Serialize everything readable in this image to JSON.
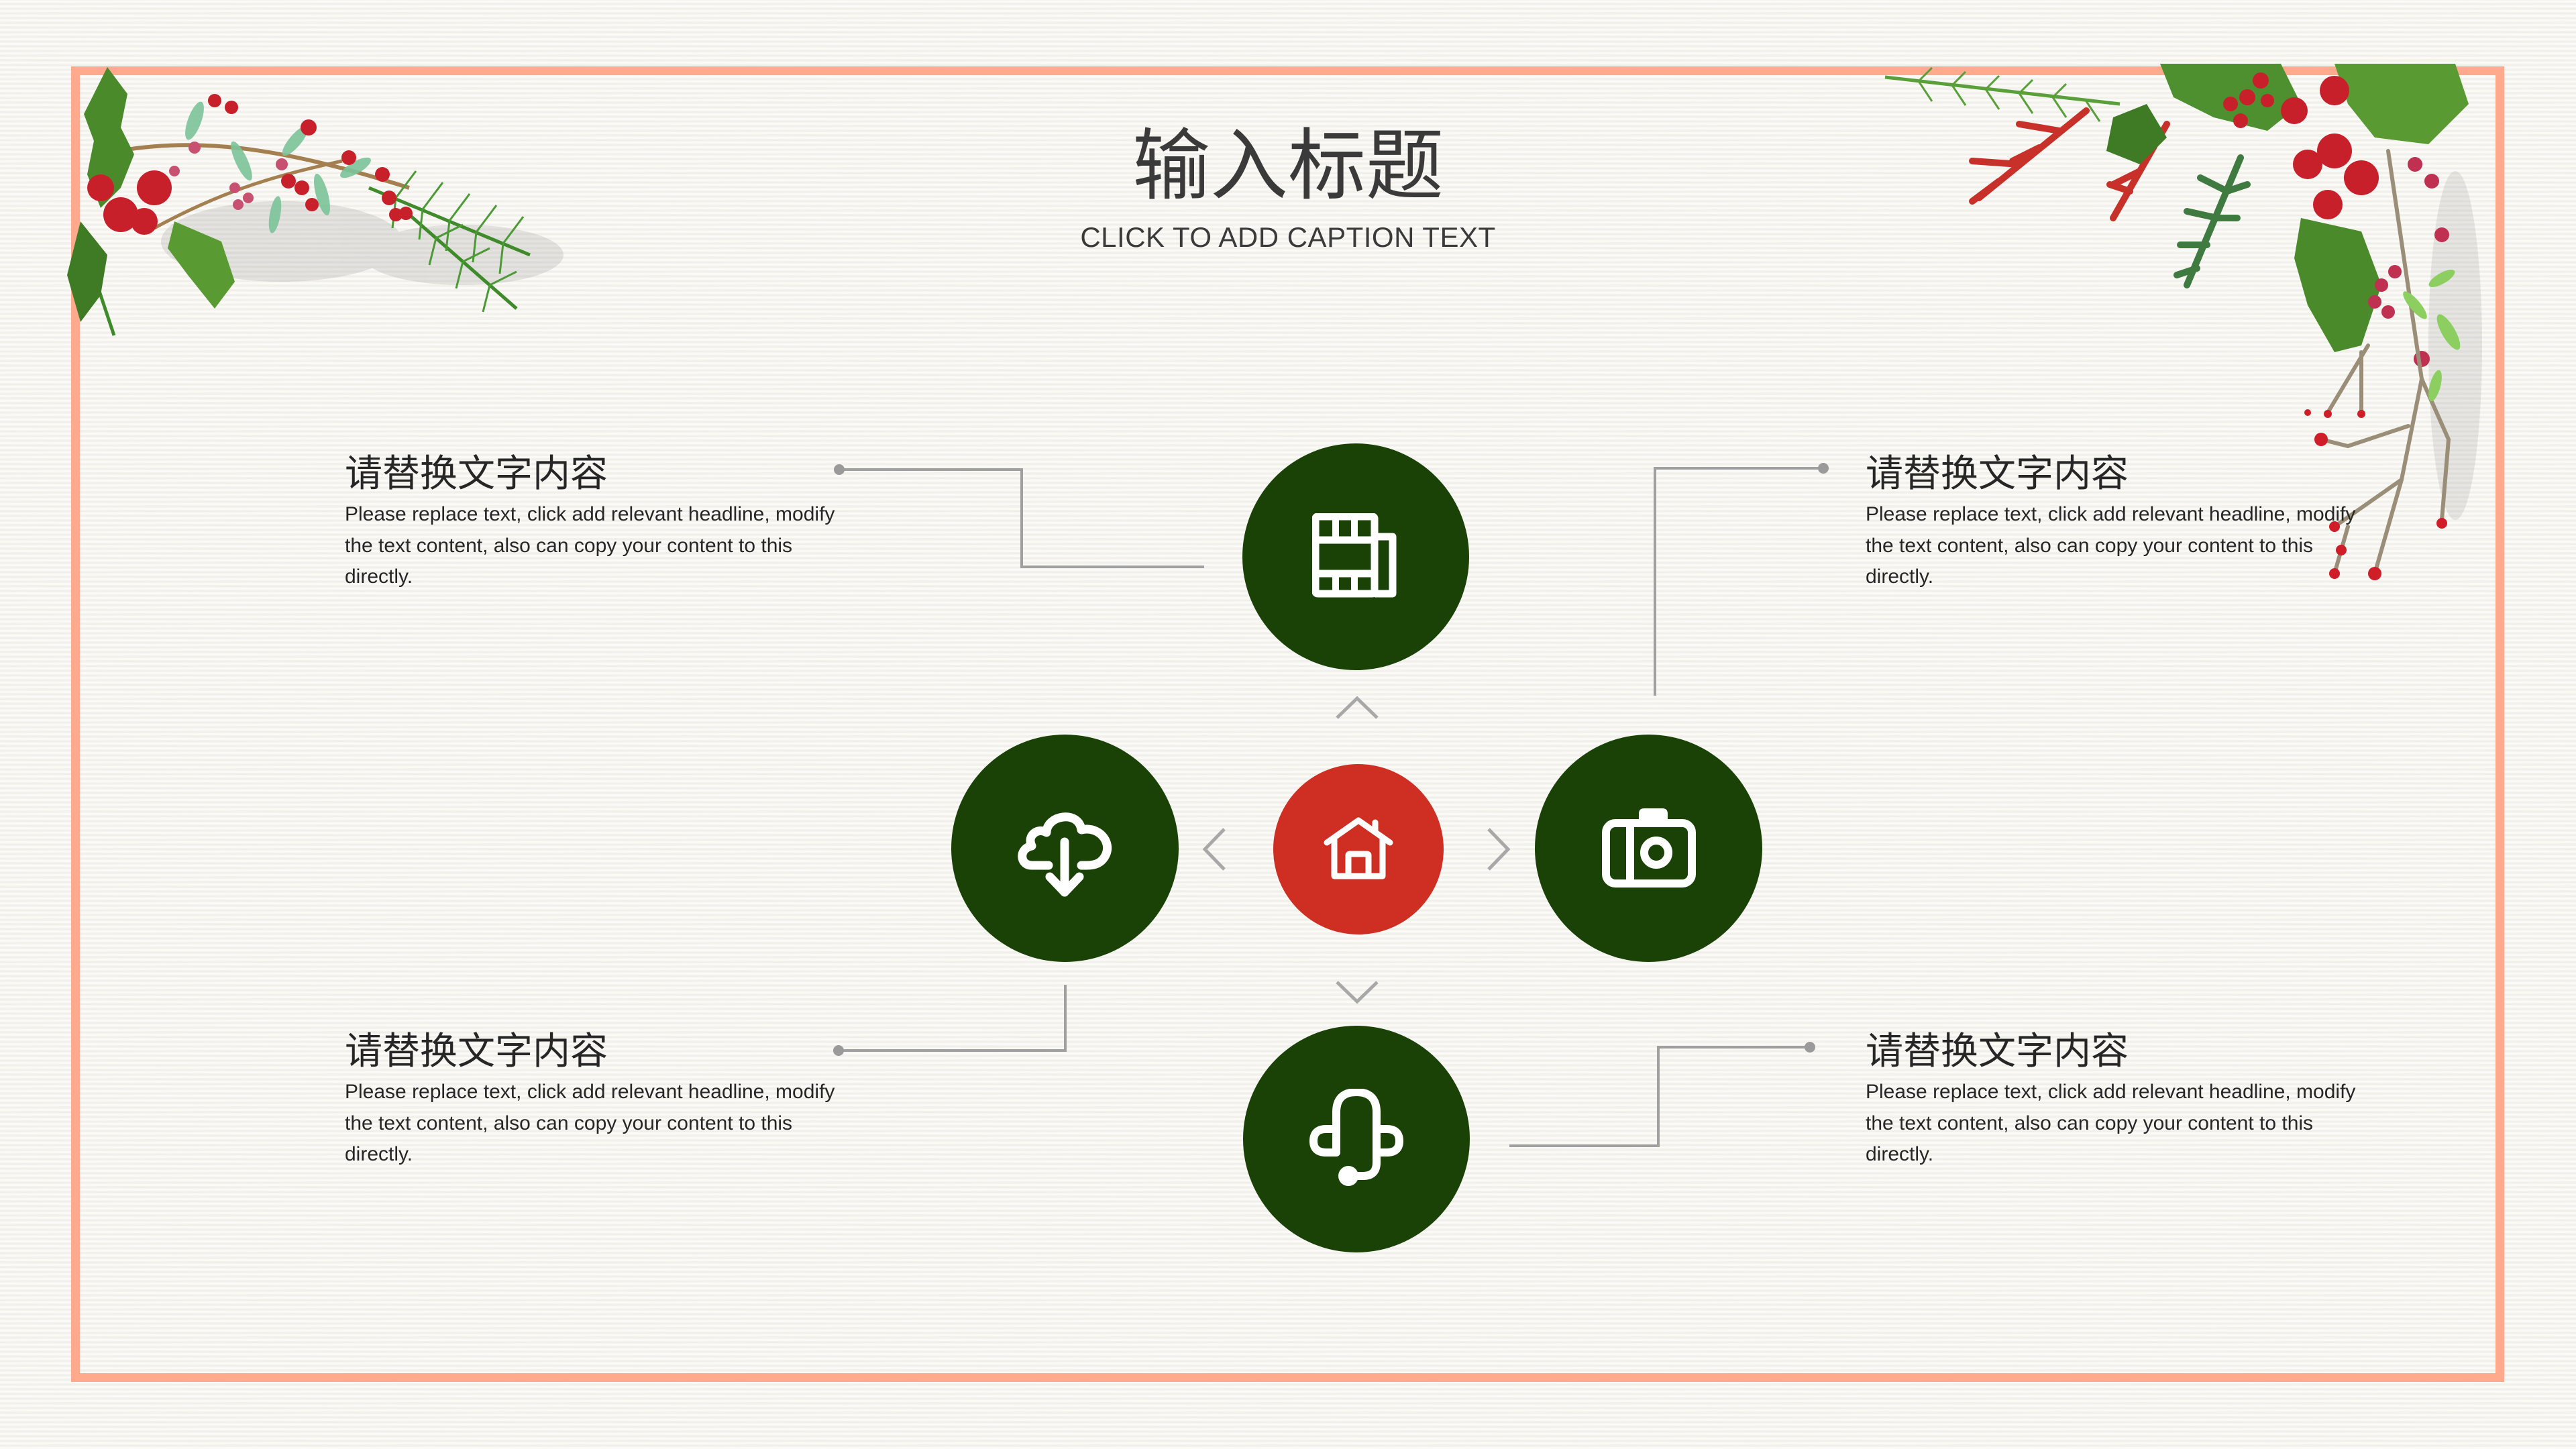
{
  "header": {
    "title": "输入标题",
    "caption": "CLICK TO ADD CAPTION TEXT"
  },
  "blocks": [
    {
      "position": "top-left",
      "heading": "请替换文字内容",
      "body": "Please replace text, click add relevant headline, modify the text content, also can copy your content to this directly."
    },
    {
      "position": "top-right",
      "heading": "请替换文字内容",
      "body": "Please replace text, click add relevant headline, modify the text content, also can copy your content to this directly."
    },
    {
      "position": "bottom-left",
      "heading": "请替换文字内容",
      "body": "Please replace text, click add relevant headline, modify the text content, also can copy your content to this directly."
    },
    {
      "position": "bottom-right",
      "heading": "请替换文字内容",
      "body": "Please replace text, click add relevant headline, modify the text content, also can copy your content to this directly."
    }
  ],
  "hub": {
    "center_icon": "home-icon",
    "top_icon": "film-icon",
    "left_icon": "cloud-download-icon",
    "right_icon": "camera-icon",
    "bottom_icon": "headset-icon",
    "arrows": [
      "chevron-up-icon",
      "chevron-left-icon",
      "chevron-right-icon",
      "chevron-down-icon"
    ]
  },
  "colors": {
    "frame": "#ffaa8c",
    "circle_green": "#1a4207",
    "circle_red": "#cf2e22",
    "connector": "#a0a0a0",
    "text": "#262626",
    "background": "#f6f5f0"
  }
}
